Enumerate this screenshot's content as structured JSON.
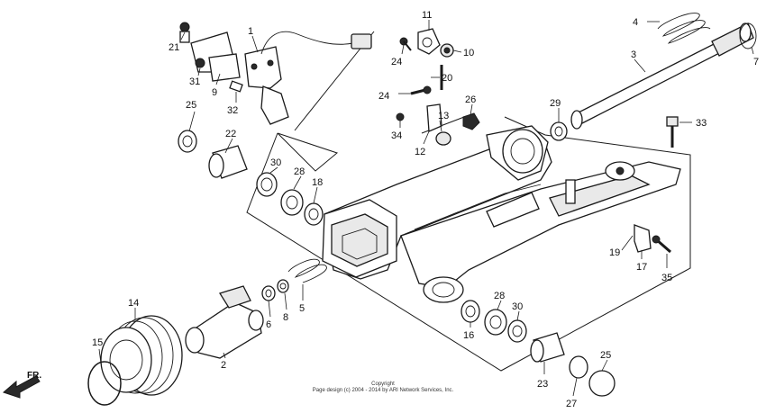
{
  "diagram": {
    "parts": [
      {
        "id": "1",
        "num": "1"
      },
      {
        "id": "2",
        "num": "2"
      },
      {
        "id": "3",
        "num": "3"
      },
      {
        "id": "4",
        "num": "4"
      },
      {
        "id": "5",
        "num": "5"
      },
      {
        "id": "6",
        "num": "6"
      },
      {
        "id": "7",
        "num": "7"
      },
      {
        "id": "8",
        "num": "8"
      },
      {
        "id": "9",
        "num": "9"
      },
      {
        "id": "10",
        "num": "10"
      },
      {
        "id": "11",
        "num": "11"
      },
      {
        "id": "12",
        "num": "12"
      },
      {
        "id": "13",
        "num": "13"
      },
      {
        "id": "14",
        "num": "14"
      },
      {
        "id": "15",
        "num": "15"
      },
      {
        "id": "16",
        "num": "16"
      },
      {
        "id": "17",
        "num": "17"
      },
      {
        "id": "18",
        "num": "18"
      },
      {
        "id": "19",
        "num": "19"
      },
      {
        "id": "20",
        "num": "20"
      },
      {
        "id": "21",
        "num": "21"
      },
      {
        "id": "22",
        "num": "22"
      },
      {
        "id": "23",
        "num": "23"
      },
      {
        "id": "24a",
        "num": "24"
      },
      {
        "id": "24b",
        "num": "24"
      },
      {
        "id": "25a",
        "num": "25"
      },
      {
        "id": "25b",
        "num": "25"
      },
      {
        "id": "26",
        "num": "26"
      },
      {
        "id": "27",
        "num": "27"
      },
      {
        "id": "28a",
        "num": "28"
      },
      {
        "id": "28b",
        "num": "28"
      },
      {
        "id": "29",
        "num": "29"
      },
      {
        "id": "30a",
        "num": "30"
      },
      {
        "id": "30b",
        "num": "30"
      },
      {
        "id": "31",
        "num": "31"
      },
      {
        "id": "32",
        "num": "32"
      },
      {
        "id": "33",
        "num": "33"
      },
      {
        "id": "34",
        "num": "34"
      },
      {
        "id": "35",
        "num": "35"
      }
    ],
    "front_label": "FR.",
    "copyright_line1": "Copyright",
    "copyright_line2": "Page design (c) 2004 - 2014 by ARI Network Services, Inc."
  }
}
